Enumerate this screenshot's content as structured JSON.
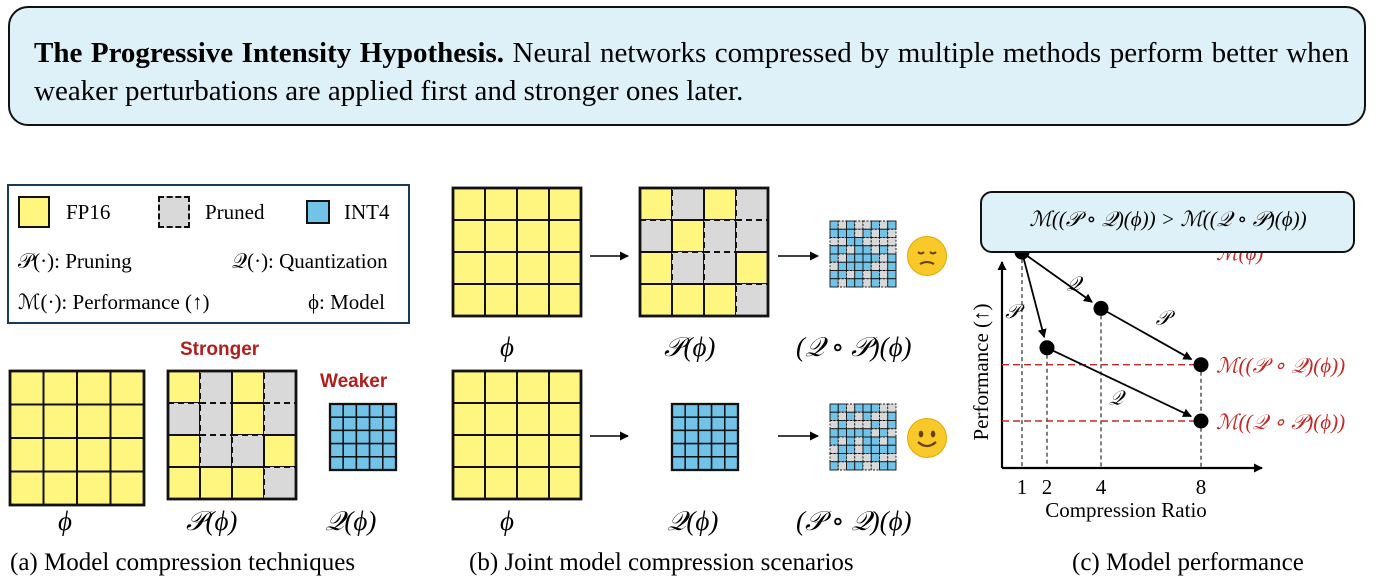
{
  "hypothesis": {
    "title": "The Progressive Intensity Hypothesis.",
    "body": "Neural networks compressed by multiple methods perform better when weaker perturbations are applied first and stronger ones later."
  },
  "legend": {
    "fp16": "FP16",
    "pruned": "Pruned",
    "int4": "INT4",
    "pruning": "𝒫(·): Pruning",
    "quantization": "𝒬(·): Quantization",
    "performance": "ℳ(·): Performance (↑)",
    "model": "ϕ: Model"
  },
  "panel_a": {
    "stronger": "Stronger",
    "weaker": "Weaker",
    "labels": [
      "ϕ",
      "𝒫(ϕ)",
      "𝒬(ϕ)"
    ],
    "caption": "(a) Model compression techniques"
  },
  "panel_b": {
    "top_labels": [
      "ϕ",
      "𝒫(ϕ)",
      "(𝒬 ∘ 𝒫)(ϕ)"
    ],
    "bottom_labels": [
      "ϕ",
      "𝒬(ϕ)",
      "(𝒫 ∘ 𝒬)(ϕ)"
    ],
    "top_emoji": "sad-face",
    "bottom_emoji": "smiling-face",
    "caption": "(b) Joint model compression scenarios"
  },
  "panel_c": {
    "inequality": "ℳ((𝒫 ∘ 𝒬)(ϕ)) > ℳ((𝒬 ∘ 𝒫)(ϕ))",
    "caption": "(c) Model performance",
    "colors": {
      "reference_line": "#c62828",
      "point": "#000000"
    },
    "chart_data": {
      "type": "line",
      "xlabel": "Compression Ratio",
      "ylabel": "Performance (↑)",
      "xticks": [
        "1",
        "2",
        "4",
        "8"
      ],
      "reference_labels": [
        "ℳ(ϕ)",
        "ℳ((𝒫 ∘ 𝒬)(ϕ))",
        "ℳ((𝒬 ∘ 𝒫)(ϕ))"
      ],
      "series": [
        {
          "path": "𝒬 then 𝒫",
          "points": [
            {
              "x": 1,
              "y": 3
            },
            {
              "x": 4,
              "y": 2
            },
            {
              "x": 8,
              "y": 1
            }
          ],
          "edge_labels": [
            "𝒬",
            "𝒫"
          ]
        },
        {
          "path": "𝒫 then 𝒬",
          "points": [
            {
              "x": 1,
              "y": 3
            },
            {
              "x": 2,
              "y": 1.3
            },
            {
              "x": 8,
              "y": 0
            }
          ],
          "edge_labels": [
            "𝒫",
            "𝒬"
          ]
        }
      ]
    }
  }
}
